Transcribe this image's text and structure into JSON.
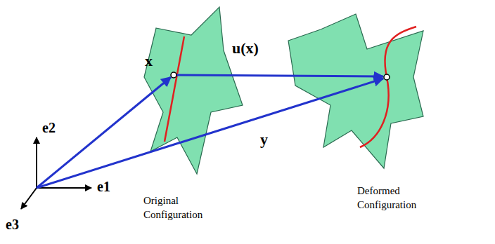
{
  "diagram": {
    "labels": [
      "x",
      "u(x)",
      "y",
      "e1",
      "e2",
      "e3",
      "Original Configuration",
      "Deformed Configuration"
    ]
  }
}
